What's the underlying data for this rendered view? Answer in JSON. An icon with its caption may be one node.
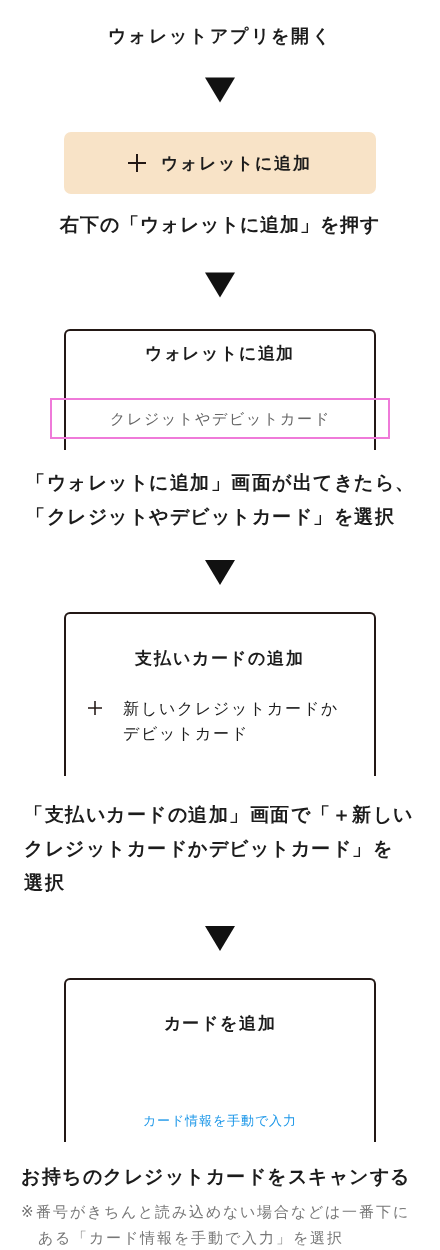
{
  "diagram": {
    "nodes": [
      {
        "text": [
          "ウォレットアプリを開く"
        ]
      },
      {
        "text": [
          "ウォレットに追加"
        ],
        "beside": [
          "右下の「ウォレットに追加」を押す"
        ]
      },
      {
        "text": [
          "ウォレットに追加"
        ],
        "beside": [
          "「ウォレットに追加」画面が出てきたら、「クレジットやデビットカード」を選択"
        ]
      },
      {
        "text": [
          "クレジットやデビットカード"
        ]
      },
      {
        "text": [
          "支払いカードの追加",
          "新しいクレジットカードかデビットカード"
        ],
        "beside": [
          "「支払いカードの追加」画面で「＋新しいクレジットカードかデビットカード」を選択"
        ]
      },
      {
        "text": [
          "カードを追加",
          "カード情報を手動で入力"
        ],
        "beside": [
          "お持ちのクレジットカードをスキャンする",
          "※番号がきちんと読み込めない場合などは一番下にある「カード情報を手動で入力」を選択"
        ]
      }
    ],
    "edges": [
      {
        "from": 0,
        "to": 1,
        "arrow": "to"
      },
      {
        "from": 1,
        "to": 2,
        "arrow": "to"
      },
      {
        "from": 2,
        "to": 4,
        "arrow": "to"
      },
      {
        "from": 4,
        "to": 5,
        "arrow": "to"
      }
    ]
  }
}
